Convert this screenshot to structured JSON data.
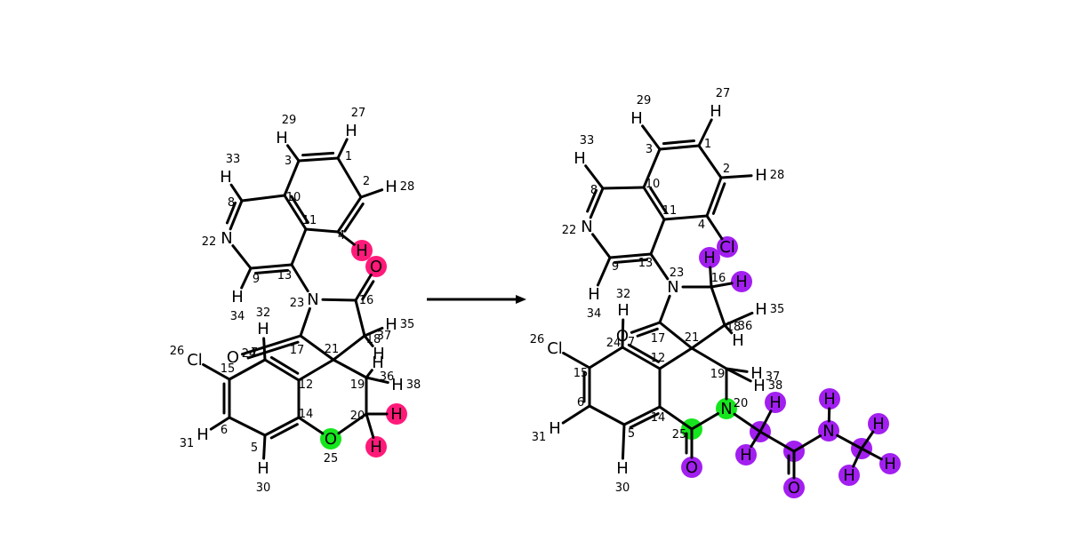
{
  "colors": {
    "removed": "#ff1a7a",
    "reaction_center": "#16e61d",
    "added": "#a21ff0",
    "bond": "#000000",
    "background": "#ffffff"
  },
  "reactant": {
    "atoms": [
      {
        "id": "r-C1",
        "symbol": "",
        "index": "1"
      },
      {
        "id": "r-C2",
        "symbol": "",
        "index": "2"
      },
      {
        "id": "r-C3",
        "symbol": "",
        "index": "3"
      },
      {
        "id": "r-C4",
        "symbol": "",
        "index": "4"
      },
      {
        "id": "r-C5",
        "symbol": "",
        "index": "5"
      },
      {
        "id": "r-C6",
        "symbol": "",
        "index": "6"
      },
      {
        "id": "r-C7",
        "symbol": "",
        "index": "7"
      },
      {
        "id": "r-C8",
        "symbol": "",
        "index": "8"
      },
      {
        "id": "r-C9",
        "symbol": "",
        "index": "9"
      },
      {
        "id": "r-C10",
        "symbol": "",
        "index": "10"
      },
      {
        "id": "r-C11",
        "symbol": "",
        "index": "11"
      },
      {
        "id": "r-C12",
        "symbol": "",
        "index": "12"
      },
      {
        "id": "r-C13",
        "symbol": "",
        "index": "13"
      },
      {
        "id": "r-C14",
        "symbol": "",
        "index": "14"
      },
      {
        "id": "r-C15",
        "symbol": "",
        "index": "15"
      },
      {
        "id": "r-C16",
        "symbol": "",
        "index": "16"
      },
      {
        "id": "r-C17",
        "symbol": "",
        "index": "17"
      },
      {
        "id": "r-C18",
        "symbol": "",
        "index": "18"
      },
      {
        "id": "r-C19",
        "symbol": "",
        "index": "19"
      },
      {
        "id": "r-C20",
        "symbol": "",
        "index": "20"
      },
      {
        "id": "r-C21",
        "symbol": "",
        "index": "21"
      },
      {
        "id": "r-N22",
        "symbol": "N",
        "index": "22"
      },
      {
        "id": "r-N23",
        "symbol": "N",
        "index": "23"
      },
      {
        "id": "r-O24",
        "symbol": "O",
        "index": "24"
      },
      {
        "id": "r-O25",
        "symbol": "O",
        "index": "25"
      },
      {
        "id": "r-Cl26",
        "symbol": "Cl",
        "index": "26"
      },
      {
        "id": "r-H27",
        "symbol": "H",
        "index": "27"
      },
      {
        "id": "r-H28",
        "symbol": "H",
        "index": "28"
      },
      {
        "id": "r-H29",
        "symbol": "H",
        "index": "29"
      },
      {
        "id": "r-H30",
        "symbol": "H",
        "index": "30"
      },
      {
        "id": "r-H31",
        "symbol": "H",
        "index": "31"
      },
      {
        "id": "r-H32",
        "symbol": "H",
        "index": "32"
      },
      {
        "id": "r-H33",
        "symbol": "H",
        "index": "33"
      },
      {
        "id": "r-H34",
        "symbol": "H",
        "index": "34"
      },
      {
        "id": "r-H35",
        "symbol": "H",
        "index": "35"
      },
      {
        "id": "r-H36",
        "symbol": "H",
        "index": "36"
      },
      {
        "id": "r-H37",
        "symbol": "H",
        "index": "37"
      },
      {
        "id": "r-H38",
        "symbol": "H",
        "index": "38"
      },
      {
        "id": "r-Oa",
        "symbol": "O",
        "index": ""
      },
      {
        "id": "r-Ha",
        "symbol": "H",
        "index": ""
      },
      {
        "id": "r-Hb",
        "symbol": "H",
        "index": ""
      },
      {
        "id": "r-Hc",
        "symbol": "H",
        "index": ""
      }
    ]
  },
  "product": {
    "atoms": [
      {
        "id": "p-C1",
        "symbol": "",
        "index": "1"
      },
      {
        "id": "p-C2",
        "symbol": "",
        "index": "2"
      },
      {
        "id": "p-C3",
        "symbol": "",
        "index": "3"
      },
      {
        "id": "p-C4",
        "symbol": "",
        "index": "4"
      },
      {
        "id": "p-C5",
        "symbol": "",
        "index": "5"
      },
      {
        "id": "p-C6",
        "symbol": "",
        "index": "6"
      },
      {
        "id": "p-C7",
        "symbol": "",
        "index": "7"
      },
      {
        "id": "p-C8",
        "symbol": "",
        "index": "8"
      },
      {
        "id": "p-C9",
        "symbol": "",
        "index": "9"
      },
      {
        "id": "p-C10",
        "symbol": "",
        "index": "10"
      },
      {
        "id": "p-C11",
        "symbol": "",
        "index": "11"
      },
      {
        "id": "p-C12",
        "symbol": "",
        "index": "12"
      },
      {
        "id": "p-C13",
        "symbol": "",
        "index": "13"
      },
      {
        "id": "p-C14",
        "symbol": "",
        "index": "14"
      },
      {
        "id": "p-C15",
        "symbol": "",
        "index": "15"
      },
      {
        "id": "p-C16",
        "symbol": "",
        "index": "16"
      },
      {
        "id": "p-C17",
        "symbol": "",
        "index": "17"
      },
      {
        "id": "p-C18",
        "symbol": "",
        "index": "18"
      },
      {
        "id": "p-C19",
        "symbol": "",
        "index": "19"
      },
      {
        "id": "p-N20",
        "symbol": "N",
        "index": "20"
      },
      {
        "id": "p-C21",
        "symbol": "",
        "index": "21"
      },
      {
        "id": "p-N22",
        "symbol": "N",
        "index": "22"
      },
      {
        "id": "p-N23",
        "symbol": "N",
        "index": "23"
      },
      {
        "id": "p-O24",
        "symbol": "O",
        "index": "24"
      },
      {
        "id": "p-C25",
        "symbol": "",
        "index": "25"
      },
      {
        "id": "p-Cl26",
        "symbol": "Cl",
        "index": "26"
      },
      {
        "id": "p-H27",
        "symbol": "H",
        "index": "27"
      },
      {
        "id": "p-H28",
        "symbol": "H",
        "index": "28"
      },
      {
        "id": "p-H29",
        "symbol": "H",
        "index": "29"
      },
      {
        "id": "p-H30",
        "symbol": "H",
        "index": "30"
      },
      {
        "id": "p-H31",
        "symbol": "H",
        "index": "31"
      },
      {
        "id": "p-H32",
        "symbol": "H",
        "index": "32"
      },
      {
        "id": "p-H33",
        "symbol": "H",
        "index": "33"
      },
      {
        "id": "p-H34",
        "symbol": "H",
        "index": "34"
      },
      {
        "id": "p-H35",
        "symbol": "H",
        "index": "35"
      },
      {
        "id": "p-H36",
        "symbol": "H",
        "index": "36"
      },
      {
        "id": "p-H37",
        "symbol": "H",
        "index": "37"
      },
      {
        "id": "p-H38",
        "symbol": "H",
        "index": "38"
      },
      {
        "id": "p-Cla",
        "symbol": "Cl",
        "index": ""
      },
      {
        "id": "p-Ha",
        "symbol": "H",
        "index": ""
      },
      {
        "id": "p-Hb",
        "symbol": "H",
        "index": ""
      },
      {
        "id": "p-Oa",
        "symbol": "O",
        "index": ""
      },
      {
        "id": "p-Hc",
        "symbol": "H",
        "index": ""
      },
      {
        "id": "p-Hd",
        "symbol": "H",
        "index": ""
      },
      {
        "id": "p-Ca",
        "symbol": "",
        "index": ""
      },
      {
        "id": "p-Ob",
        "symbol": "O",
        "index": ""
      },
      {
        "id": "p-Nb",
        "symbol": "N",
        "index": ""
      },
      {
        "id": "p-He",
        "symbol": "H",
        "index": ""
      },
      {
        "id": "p-Cb",
        "symbol": "",
        "index": ""
      },
      {
        "id": "p-Hf",
        "symbol": "H",
        "index": ""
      },
      {
        "id": "p-Hg",
        "symbol": "H",
        "index": ""
      },
      {
        "id": "p-Hh",
        "symbol": "H",
        "index": ""
      }
    ]
  }
}
